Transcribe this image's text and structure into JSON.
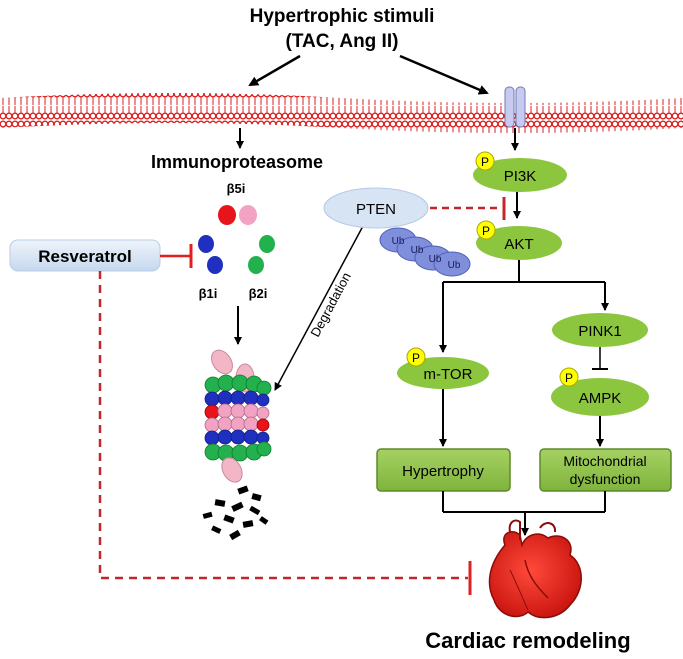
{
  "title": {
    "line1": "Hypertrophic stimuli",
    "line2": "(TAC, Ang II)"
  },
  "left": {
    "immunoproteasome": "Immunoproteasome",
    "subunits": {
      "b5i": "β5i",
      "b1i": "β1i",
      "b2i": "β2i"
    },
    "resveratrol": "Resveratrol",
    "degradation": "Degradation"
  },
  "pathway": {
    "pten": "PTEN",
    "pi3k": "PI3K",
    "akt": "AKT",
    "mtor": "m-TOR",
    "pink1": "PINK1",
    "ampk": "AMPK",
    "hypertrophy": "Hypertrophy",
    "mito_line1": "Mitochondrial",
    "mito_line2": "dysfunction",
    "phospho": "P",
    "ub": "Ub"
  },
  "outcome": "Cardiac remodeling",
  "colors": {
    "membrane": "#d9201f",
    "green_node": "#8cc63e",
    "green_box": "#8ec24a",
    "pten_fill": "#d7e4f4",
    "resveratrol_fill": "#dbe7f5",
    "ub_fill": "#7f8fdb",
    "phospho_fill": "#ffff00",
    "inhibit": "#e02020",
    "dash": "#c0282b",
    "heart": "#e8241f",
    "proteasome_green": "#22b14c",
    "proteasome_blue": "#1f2fbf",
    "proteasome_pink": "#f2a3c4",
    "proteasome_red": "#e8141c"
  }
}
